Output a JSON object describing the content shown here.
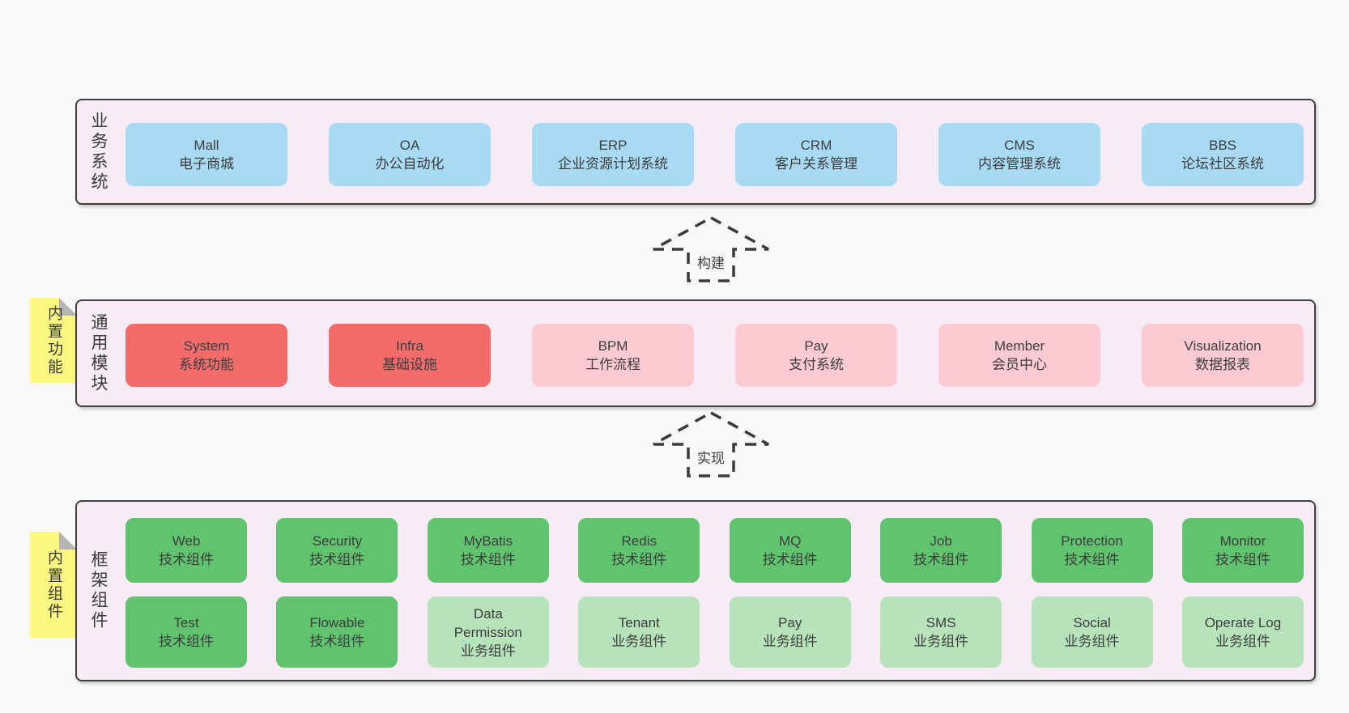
{
  "colors": {
    "page_bg": "#f8f8f8",
    "band_bg": "#f7ecf5",
    "band_border": "#404040",
    "blue": "#a9daf4",
    "red": "#f26c6c",
    "pink": "#fccad2",
    "green": "#60c36e",
    "lightgreen": "#b6e3ba",
    "sticky_yellow": "#fbf880",
    "sticky_fold": "#b5b5b5",
    "text": "#3d3d3d",
    "arrow_stroke": "#3a3a3a"
  },
  "arrows": [
    {
      "label": "构建"
    },
    {
      "label": "实现"
    }
  ],
  "bands": [
    {
      "label": "业务系统",
      "boxes": [
        {
          "en": "Mall",
          "zh": "电子商城"
        },
        {
          "en": "OA",
          "zh": "办公自动化"
        },
        {
          "en": "ERP",
          "zh": "企业资源计划系统"
        },
        {
          "en": "CRM",
          "zh": "客户关系管理"
        },
        {
          "en": "CMS",
          "zh": "内容管理系统"
        },
        {
          "en": "BBS",
          "zh": "论坛社区系统"
        }
      ]
    },
    {
      "label": "通用模块",
      "sticky": "内置功能",
      "boxes": [
        {
          "en": "System",
          "zh": "系统功能"
        },
        {
          "en": "Infra",
          "zh": "基础设施"
        },
        {
          "en": "BPM",
          "zh": "工作流程"
        },
        {
          "en": "Pay",
          "zh": "支付系统"
        },
        {
          "en": "Member",
          "zh": "会员中心"
        },
        {
          "en": "Visualization",
          "zh": "数据报表"
        }
      ]
    },
    {
      "label": "框架组件",
      "sticky": "内置组件",
      "row1": [
        {
          "en": "Web",
          "zh": "技术组件"
        },
        {
          "en": "Security",
          "zh": "技术组件"
        },
        {
          "en": "MyBatis",
          "zh": "技术组件"
        },
        {
          "en": "Redis",
          "zh": "技术组件"
        },
        {
          "en": "MQ",
          "zh": "技术组件"
        },
        {
          "en": "Job",
          "zh": "技术组件"
        },
        {
          "en": "Protection",
          "zh": "技术组件"
        },
        {
          "en": "Monitor",
          "zh": "技术组件"
        }
      ],
      "row2": [
        {
          "en": "Test",
          "zh": "技术组件"
        },
        {
          "en": "Flowable",
          "zh": "技术组件"
        },
        {
          "en": "Data\nPermission",
          "zh": "业务组件"
        },
        {
          "en": "Tenant",
          "zh": "业务组件"
        },
        {
          "en": "Pay",
          "zh": "业务组件"
        },
        {
          "en": "SMS",
          "zh": "业务组件"
        },
        {
          "en": "Social",
          "zh": "业务组件"
        },
        {
          "en": "Operate Log",
          "zh": "业务组件"
        }
      ]
    }
  ]
}
